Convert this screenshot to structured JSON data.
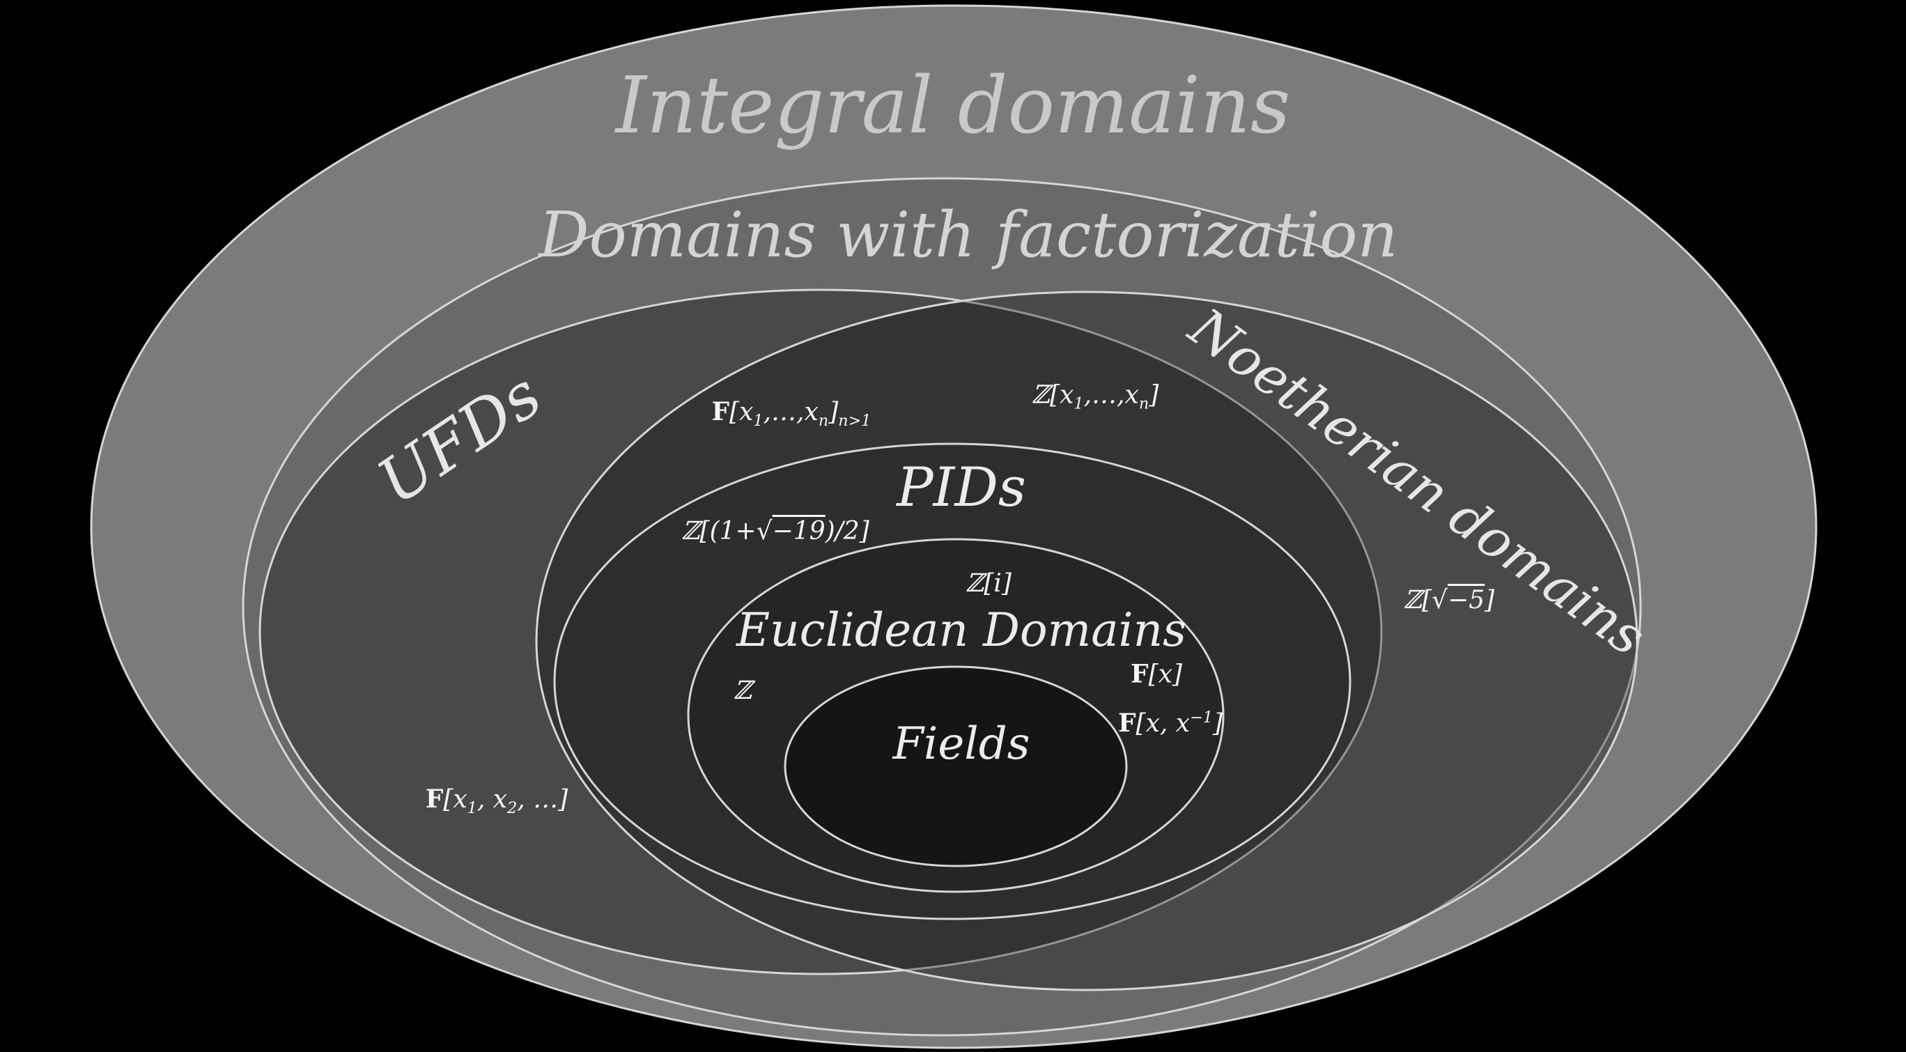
{
  "sets": {
    "integral_domains": "Integral domains",
    "domains_with_factorization": "Domains with factorization",
    "ufds": "UFDs",
    "noetherian_domains": "Noetherian domains",
    "pids": "PIDs",
    "euclidean_domains": "Euclidean Domains",
    "fields": "Fields"
  },
  "examples": {
    "f_multi": {
      "text": "𝔽[x₁,…,xₙ]_{n>1}",
      "region": "UFDs ∩ Noetherian, outside PIDs",
      "html": "<span class=\"bb\">F</span>[x<sub>1</sub>,…,x<sub>n</sub>]<sub>n>1</sub>"
    },
    "z_multi": {
      "text": "ℤ[x₁,…,xₙ]",
      "region": "UFDs ∩ Noetherian, outside PIDs",
      "html": "ℤ[x<sub>1</sub>,…,x<sub>n</sub>]"
    },
    "z_sqrt_neg19": {
      "text": "ℤ[(1+√−19)/2]",
      "region": "PIDs, outside Euclidean Domains",
      "html": "ℤ[(1+√<span class=\"ol\">−19</span>)/2]"
    },
    "z_i": {
      "text": "ℤ[i]",
      "region": "Euclidean Domains, outside Fields",
      "html": "ℤ[i]"
    },
    "z": {
      "text": "ℤ",
      "region": "Euclidean Domains, outside Fields",
      "html": "ℤ"
    },
    "f_x": {
      "text": "𝔽[x]",
      "region": "Euclidean Domains, outside Fields",
      "html": "<span class=\"bb\">F</span>[x]"
    },
    "f_x_xinv": {
      "text": "𝔽[x, x⁻¹]",
      "region": "Euclidean Domains, outside Fields",
      "html": "<span class=\"bb\">F</span>[x, x<sup>−1</sup>]"
    },
    "z_sqrt_neg5": {
      "text": "ℤ[√−5]",
      "region": "Noetherian domains, outside UFDs",
      "html": "ℤ[√<span class=\"ol\">−5</span>]"
    },
    "f_inf": {
      "text": "𝔽[x₁, x₂, …]",
      "region": "UFDs, outside Noetherian domains",
      "html": "<span class=\"bb\">F</span>[x<sub>1</sub>, x<sub>2</sub>, …]"
    }
  },
  "colors": {
    "background": "#000000",
    "integral_domains_fill": "#7b7b7b",
    "domains_with_factorization_fill": "#696969",
    "ufd_shade": "rgba(0,0,0,0.30)",
    "noetherian_shade": "rgba(0,0,0,0.30)",
    "pids_shade": "rgba(0,0,0,0.10)",
    "euclidean_shade": "rgba(0,0,0,0.16)",
    "fields_shade": "rgba(0,0,0,0.42)",
    "ellipse_stroke": "#d6d6d6"
  }
}
